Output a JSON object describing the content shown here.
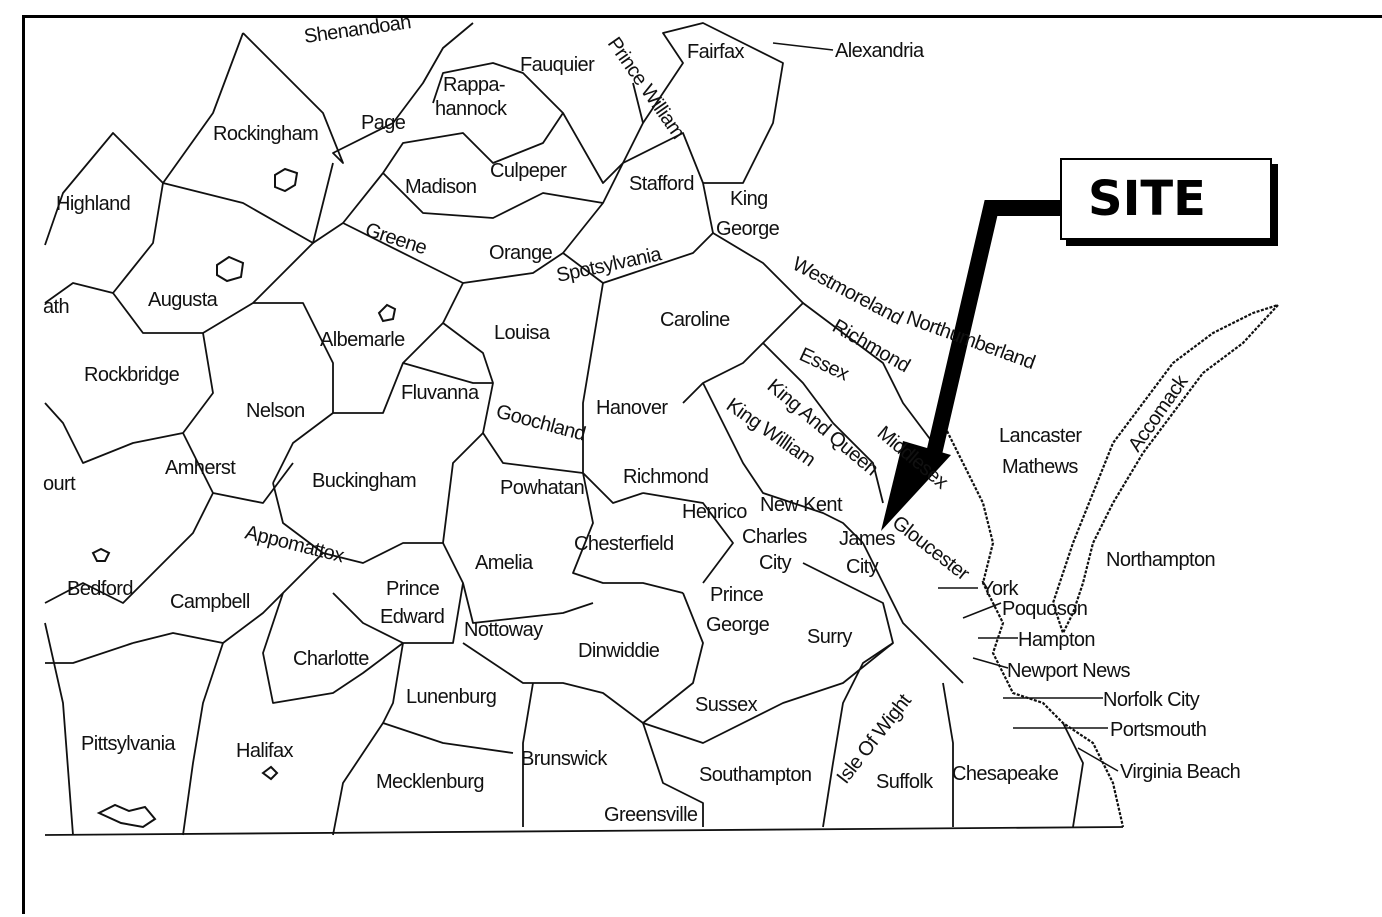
{
  "callout": {
    "label": "SITE"
  },
  "colors": {
    "ink": "#111111",
    "paper": "#ffffff"
  },
  "counties": [
    "Shenandoah",
    "Fauquier",
    "Fairfax",
    "Alexandria",
    "Prince William",
    "Rappa-",
    "hannock",
    "Page",
    "Rockingham",
    "Madison",
    "Culpeper",
    "Stafford",
    "King",
    "George",
    "Highland",
    "Greene",
    "Orange",
    "Spotsylvania",
    "Westmoreland",
    "Augusta",
    "Albemarle",
    "Louisa",
    "Caroline",
    "Northumberland",
    "Richmond",
    "Essex",
    "Rockbridge",
    "Fluvanna",
    "Nelson",
    "Goochland",
    "Hanover",
    "King William",
    "King And Queen",
    "Lancaster",
    "Mathews",
    "Accomack",
    "Amherst",
    "Buckingham",
    "Powhatan",
    "Richmond",
    "Henrico",
    "New Kent",
    "Charles",
    "City",
    "James",
    "City",
    "Gloucester",
    "Appomattox",
    "Bedford",
    "Campbell",
    "Amelia",
    "Chesterfield",
    "Northampton",
    "Prince",
    "Edward",
    "Prince",
    "George",
    "York",
    "Poquoson",
    "Nottoway",
    "Dinwiddie",
    "Surry",
    "Hampton",
    "Charlotte",
    "Newport News",
    "Lunenburg",
    "Sussex",
    "Norfolk City",
    "Portsmouth",
    "Pittsylvania",
    "Halifax",
    "Brunswick",
    "Southampton",
    "Isle Of Wight",
    "Suffolk",
    "Chesapeake",
    "Virginia Beach",
    "Mecklenburg",
    "Greensville",
    "ath",
    "ourt",
    "Middlesex"
  ]
}
